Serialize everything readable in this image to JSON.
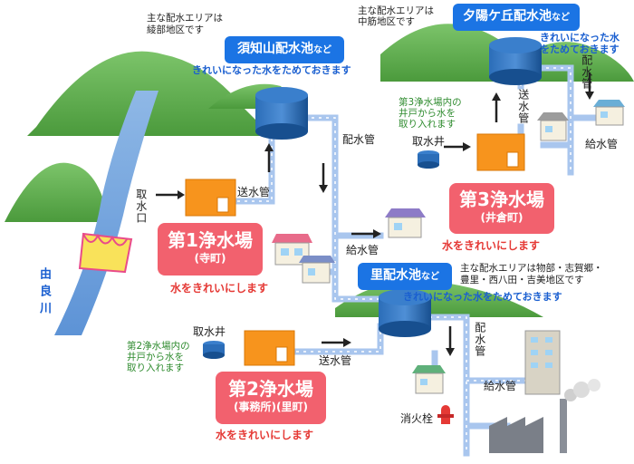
{
  "labels": {
    "intake_river": "取水口",
    "send_pipe": "送水管",
    "dist_pipe": "配水管",
    "supply_pipe": "給水管",
    "well_intake": "取水井",
    "hydrant": "消火栓",
    "river": "由良川"
  },
  "plants": [
    {
      "name": "第1浄水場",
      "place": "(寺町)",
      "note": "水をきれいにします"
    },
    {
      "name": "第2浄水場",
      "place": "(事務所)(里町)",
      "note": "水をきれいにします"
    },
    {
      "name": "第3浄水場",
      "place": "(井倉町)",
      "note": "水をきれいにします"
    }
  ],
  "reservoirs": [
    {
      "name": "須知山配水池",
      "suffix": "など",
      "area": [
        "主な配水エリアは",
        "綾部地区です"
      ],
      "note": "きれいになった水をためておきます"
    },
    {
      "name": "夕陽ケ丘配水池",
      "suffix": "など",
      "area": [
        "主な配水エリアは",
        "中筋地区です"
      ],
      "note": [
        "きれいになった水",
        "をためておきます"
      ]
    },
    {
      "name": "里配水池",
      "suffix": "など",
      "area": [
        "主な配水エリアは物部・志賀郷・",
        "豊里・西八田・吉美地区です"
      ],
      "note": "きれいになった水をためておきます"
    }
  ],
  "well_notes": {
    "plant2": [
      "第2浄水場内の",
      "井戸から水を",
      "取り入れます"
    ],
    "plant3": [
      "第3浄水場内の",
      "井戸から水を",
      "取り入れます"
    ]
  },
  "colors": {
    "plant_box": "#f2616e",
    "reservoir_box": "#1b74e4",
    "plant_building": "#f7941d",
    "pipe": "#a9c6ee",
    "hill": "#5aa64a",
    "tank": "#1f5fa8",
    "note_blue": "#1a5fd0",
    "note_red": "#e53935",
    "note_green": "#2e8b2e"
  }
}
